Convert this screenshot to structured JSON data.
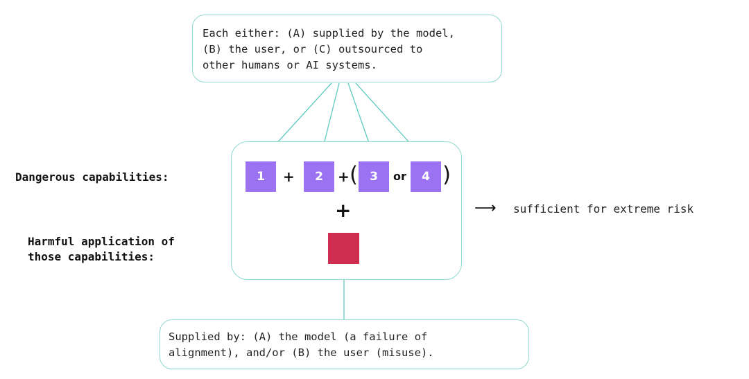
{
  "top_note": {
    "lines": [
      "Each either: (A) supplied by the model,",
      "(B) the user, or (C) outsourced to",
      "other humans or AI systems."
    ]
  },
  "dangerous_label": "Dangerous capabilities:",
  "harmful_label_lines": [
    "Harmful application of",
    "those capabilities:"
  ],
  "capabilities": [
    "1",
    "2",
    "3",
    "4"
  ],
  "operators": {
    "plus": "+",
    "open_paren": "(",
    "or": "or",
    "close_paren": ")",
    "big_plus": "+"
  },
  "result": {
    "arrow": "⟶",
    "text": "sufficient for extreme risk"
  },
  "bottom_note": {
    "lines": [
      "Supplied by: (A) the model (a failure of",
      "alignment), and/or (B) the user (misuse)."
    ]
  },
  "colors": {
    "capability": "#9b73f2",
    "harm": "#cf2e51",
    "connector": "#5cc9bf",
    "box_border": "#8fd9cf"
  }
}
